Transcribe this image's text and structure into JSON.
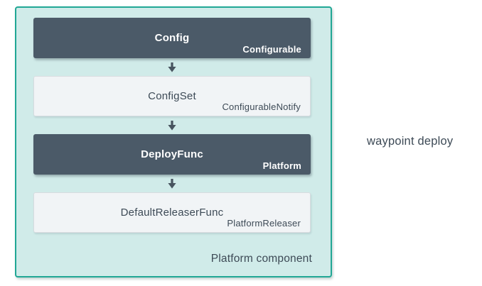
{
  "canvas": {
    "background": "#ffffff"
  },
  "group": {
    "label": "Platform component",
    "background": "#d0ebe9",
    "border_color": "#21a795"
  },
  "side_label": "waypoint deploy",
  "nodes": [
    {
      "title": "Config",
      "subtitle": "Configurable",
      "variant": "dark"
    },
    {
      "title": "ConfigSet",
      "subtitle": "ConfigurableNotify",
      "variant": "light"
    },
    {
      "title": "DeployFunc",
      "subtitle": "Platform",
      "variant": "dark"
    },
    {
      "title": "DefaultReleaserFunc",
      "subtitle": "PlatformReleaser",
      "variant": "light"
    }
  ],
  "icons": {
    "arrow": "down-arrow"
  },
  "colors": {
    "node_dark_bg": "#4b5a68",
    "node_light_bg": "#f1f4f6",
    "node_light_border": "#d8dce0",
    "text_dark": "#3d4a56",
    "text_on_dark": "#ffffff",
    "arrow": "#47545f"
  }
}
